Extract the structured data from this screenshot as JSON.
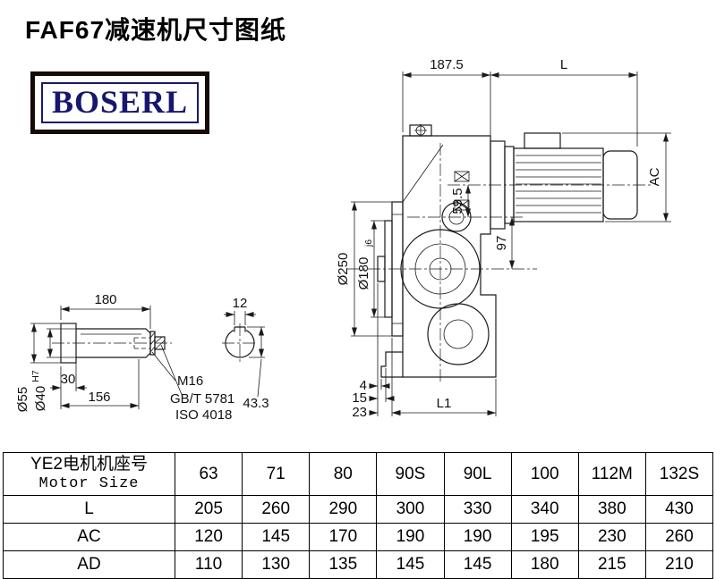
{
  "header": {
    "title": "FAF67减速机尺寸图纸",
    "logo": "BOSERL"
  },
  "main_view": {
    "dim_187_5": "187.5",
    "dim_L": "L",
    "dim_AC": "AC",
    "dim_250": "Ø250",
    "dim_180": "Ø180",
    "dim_180_fit": "j6",
    "dim_59_5": "59.5",
    "dim_97": "97",
    "dim_4": "4",
    "dim_15": "15",
    "dim_23": "23",
    "dim_L1": "L1"
  },
  "shaft_view": {
    "dim_180": "180",
    "dim_12": "12",
    "dim_55": "Ø55",
    "dim_40": "Ø40",
    "dim_40_fit": "H7",
    "dim_30": "30",
    "dim_156": "156",
    "dim_43_3": "43.3",
    "label_thread": "M16",
    "label_std1": "GB/T 5781",
    "label_std2": "ISO 4018"
  },
  "table": {
    "header": {
      "label_line1": "YE2电机机座号",
      "label_line2": "Motor Size",
      "sizes": [
        "63",
        "71",
        "80",
        "90S",
        "90L",
        "100",
        "112M",
        "132S"
      ]
    },
    "rows": [
      {
        "label": "L",
        "values": [
          "205",
          "260",
          "290",
          "300",
          "330",
          "340",
          "380",
          "430"
        ]
      },
      {
        "label": "AC",
        "values": [
          "120",
          "145",
          "170",
          "190",
          "190",
          "195",
          "230",
          "260"
        ]
      },
      {
        "label": "AD",
        "values": [
          "110",
          "130",
          "135",
          "145",
          "145",
          "180",
          "215",
          "210"
        ]
      }
    ]
  }
}
